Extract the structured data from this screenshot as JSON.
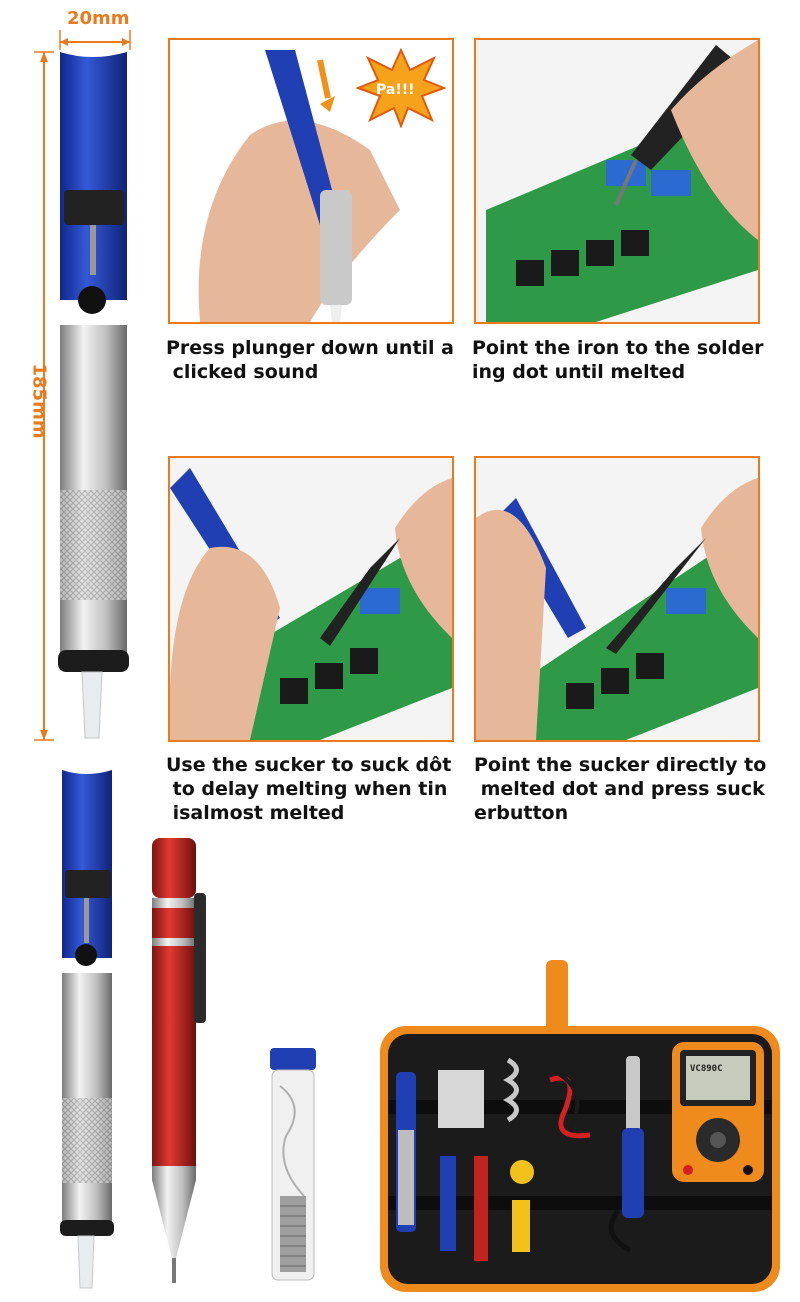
{
  "dimensions": {
    "width_label": "20mm",
    "height_label": "185mm",
    "color": "#ea7a1e"
  },
  "steps": [
    {
      "caption_line1": "Press plunger down until a",
      "caption_line2": " clicked sound",
      "badge": "Pa!!!"
    },
    {
      "caption_line1": "Point the iron to the solder",
      "caption_line2": "ing dot until melted"
    },
    {
      "caption_line1": "Use the sucker to suck dôt",
      "caption_line2": " to delay melting when tin",
      "caption_line3": " isalmost melted"
    },
    {
      "caption_line1": "Point the sucker directly to",
      "caption_line2": " melted dot and press suck",
      "caption_line3": "erbutton"
    }
  ],
  "kit": {
    "multimeter_brand": "VC890C"
  },
  "colors": {
    "accent": "#ea7a1e",
    "pcb": "#2e9a48",
    "pump_blue": "#1f3fb3",
    "screwdriver_red": "#c0241f"
  }
}
